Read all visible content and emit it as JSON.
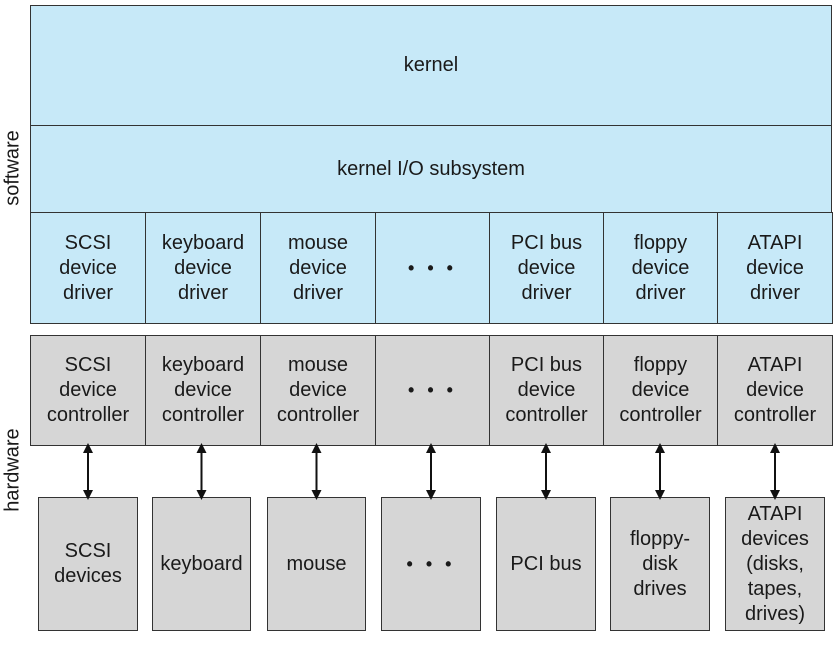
{
  "side_labels": {
    "software": "software",
    "hardware": "hardware"
  },
  "kernel": "kernel",
  "io_subsystem": "kernel I/O subsystem",
  "drivers": [
    "SCSI\ndevice\ndriver",
    "keyboard\ndevice\ndriver",
    "mouse\ndevice\ndriver",
    "• • •",
    "PCI bus\ndevice\ndriver",
    "floppy\ndevice\ndriver",
    "ATAPI\ndevice\ndriver"
  ],
  "controllers": [
    "SCSI\ndevice\ncontroller",
    "keyboard\ndevice\ncontroller",
    "mouse\ndevice\ncontroller",
    "• • •",
    "PCI bus\ndevice\ncontroller",
    "floppy\ndevice\ncontroller",
    "ATAPI\ndevice\ncontroller"
  ],
  "devices": [
    "SCSI\ndevices",
    "keyboard",
    "mouse",
    "• • •",
    "PCI bus",
    "floppy-\ndisk\ndrives",
    "ATAPI\ndevices\n(disks,\ntapes,\ndrives)"
  ],
  "colors": {
    "software": "#c7e9f8",
    "hardware": "#d6d6d6"
  }
}
